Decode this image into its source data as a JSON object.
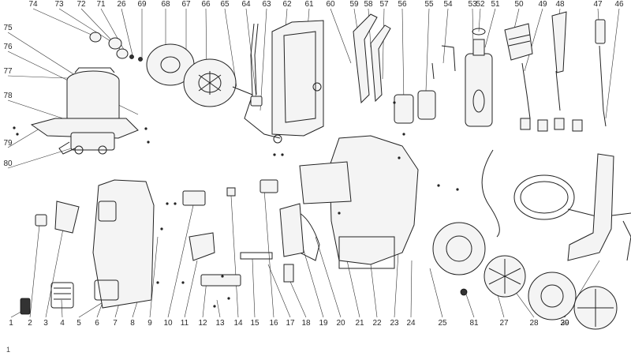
{
  "diagram": {
    "type": "exploded-parts-diagram",
    "bottom_labels": [
      "1",
      "2",
      "3",
      "4",
      "5",
      "6",
      "7",
      "8",
      "9",
      "10",
      "11",
      "12",
      "13",
      "14",
      "15",
      "16",
      "17",
      "18",
      "19",
      "20",
      "21",
      "22",
      "23",
      "24",
      "25",
      "81",
      "27",
      "28",
      "29",
      "30"
    ],
    "top_labels": [
      "74",
      "73",
      "72",
      "71",
      "26",
      "69",
      "68",
      "67",
      "66",
      "65",
      "64",
      "63",
      "62",
      "61",
      "60",
      "59",
      "58",
      "57",
      "56",
      "55",
      "54",
      "53",
      "52",
      "51",
      "50",
      "49",
      "48",
      "47",
      "46"
    ],
    "left_labels": [
      "75",
      "76",
      "77",
      "78",
      "79",
      "80"
    ],
    "page_mark": "1"
  },
  "colors": {
    "line": "#222222",
    "label": "#2a2a2a",
    "background": "#ffffff"
  }
}
